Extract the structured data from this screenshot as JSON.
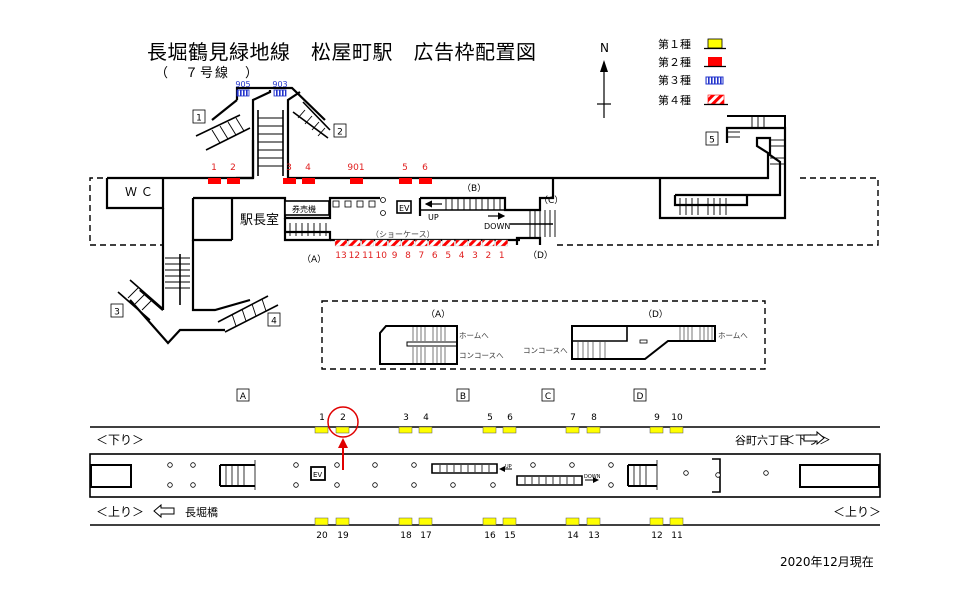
{
  "header": {
    "title": "長堀鶴見緑地線　松屋町駅　広告枠配置図",
    "subtitle": "（　７号線　）",
    "as_of": "2020年12月現在"
  },
  "compass": {
    "label": "N"
  },
  "legend": {
    "items": [
      {
        "label": "第１種",
        "color": "#ffff00",
        "style": "solid"
      },
      {
        "label": "第２種",
        "color": "#ff0000",
        "style": "solid"
      },
      {
        "label": "第３種",
        "color": "#2233cc",
        "style": "striped-vertical"
      },
      {
        "label": "第４種",
        "color": "#ff0000",
        "style": "striped-diagonal"
      }
    ]
  },
  "concourse": {
    "exits": [
      "1",
      "2",
      "3",
      "4",
      "5"
    ],
    "type3_panels": [
      "905",
      "903"
    ],
    "type2_panels": [
      "1",
      "2",
      "3",
      "4",
      "901",
      "5",
      "6"
    ],
    "type4_showcase_label": "（ショーケース）",
    "type4_panels": [
      "13",
      "12",
      "11",
      "10",
      "9",
      "8",
      "7",
      "6",
      "5",
      "4",
      "3",
      "2",
      "1"
    ],
    "rooms": {
      "wc": "Ｗ Ｃ",
      "station_master": "駅長室",
      "ticket_machine": "券売機",
      "elevator": "EV"
    },
    "stair_labels": {
      "a": "（A）",
      "b": "（B）",
      "c": "（C）",
      "d": "（D）"
    },
    "escalator_up": "UP",
    "escalator_down": "DOWN"
  },
  "detail": {
    "a_label": "（A）",
    "d_label": "（D）",
    "to_platform": "ホームへ",
    "to_concourse": "コンコースへ"
  },
  "platform": {
    "stair_markers": [
      "A",
      "B",
      "C",
      "D"
    ],
    "down_label": "＜下り＞",
    "up_label": "＜上り＞",
    "down_destination": "谷町六丁目",
    "up_destination": "長堀橋",
    "down_panels": [
      "1",
      "2",
      "3",
      "4",
      "5",
      "6",
      "7",
      "8",
      "9",
      "10"
    ],
    "up_panels": [
      "20",
      "19",
      "18",
      "17",
      "16",
      "15",
      "14",
      "13",
      "12",
      "11"
    ],
    "highlighted_panel": "2",
    "elevator": "EV",
    "escalator_up": "UP",
    "escalator_down": "DOWN"
  },
  "colors": {
    "type1": "#ffff00",
    "type2": "#ff0000",
    "type3": "#2233cc",
    "type4": "#ff0000",
    "highlight": "#e00000",
    "label_red": "#e02020",
    "label_blue": "#2233cc"
  }
}
